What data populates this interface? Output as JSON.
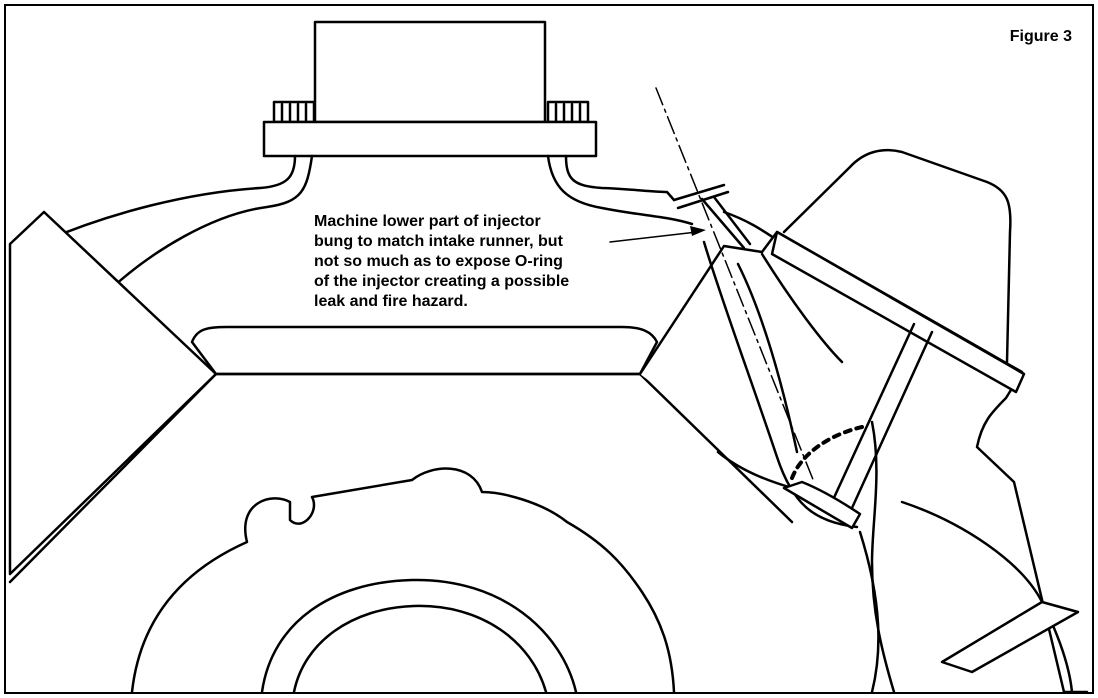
{
  "figure": {
    "label": "Figure 3"
  },
  "callout": {
    "lines": [
      "Machine lower part of injector",
      "bung to match intake runner, but",
      "not so much as to expose O-ring",
      "of the injector creating a possible",
      "leak and fire hazard."
    ]
  },
  "colors": {
    "line": "#000000",
    "background": "#ffffff"
  }
}
